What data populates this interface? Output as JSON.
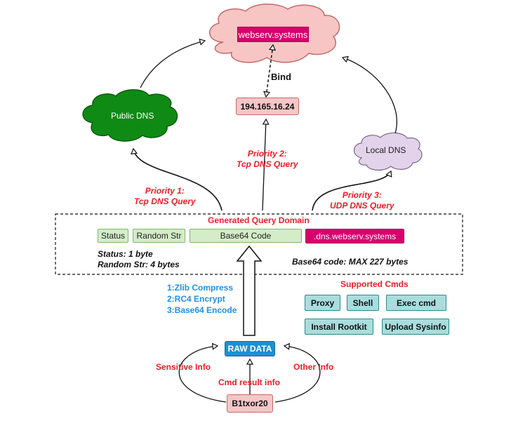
{
  "clouds": {
    "webserv": {
      "label": "webserv.systems",
      "fill": "#f7c6c4",
      "stroke": "#c46a6a",
      "label_bg": "#d8006c"
    },
    "public_dns": {
      "label": "Public DNS",
      "fill": "#0f8a14"
    },
    "local_dns": {
      "label": "Local DNS",
      "fill": "#e2d2ea"
    }
  },
  "bind_label": "Bind",
  "ip_box": {
    "label": "194.165.16.24"
  },
  "priorities": [
    {
      "line1": "Priority 1:",
      "line2": "Tcp DNS Query"
    },
    {
      "line1": "Priority 2:",
      "line2": "Tcp DNS Query"
    },
    {
      "line1": "Priority 3:",
      "line2": "UDP DNS Query"
    }
  ],
  "query_domain": {
    "title": "Generated Query Domain",
    "segments": [
      "Status",
      "Random Str",
      "Base64 Code",
      ".dns.webserv.systems"
    ],
    "notes": {
      "status": "Status: 1 byte",
      "random": "Random Str: 4 bytes",
      "base64": "Base64 code: MAX 227 bytes"
    }
  },
  "encoding_steps": [
    "1:Zlib Compress",
    "2:RC4 Encrypt",
    "3:Base64 Encode"
  ],
  "supported_cmds": {
    "title": "Supported Cmds",
    "items": [
      "Proxy",
      "Shell",
      "Exec cmd",
      "Install Rootkit",
      "Upload Sysinfo"
    ]
  },
  "raw_data": {
    "label": "RAW DATA"
  },
  "sources": {
    "left": "Sensitive Info",
    "middle": "Cmd result info",
    "right": "Other Info"
  },
  "malware": {
    "label": "B1txor20"
  }
}
